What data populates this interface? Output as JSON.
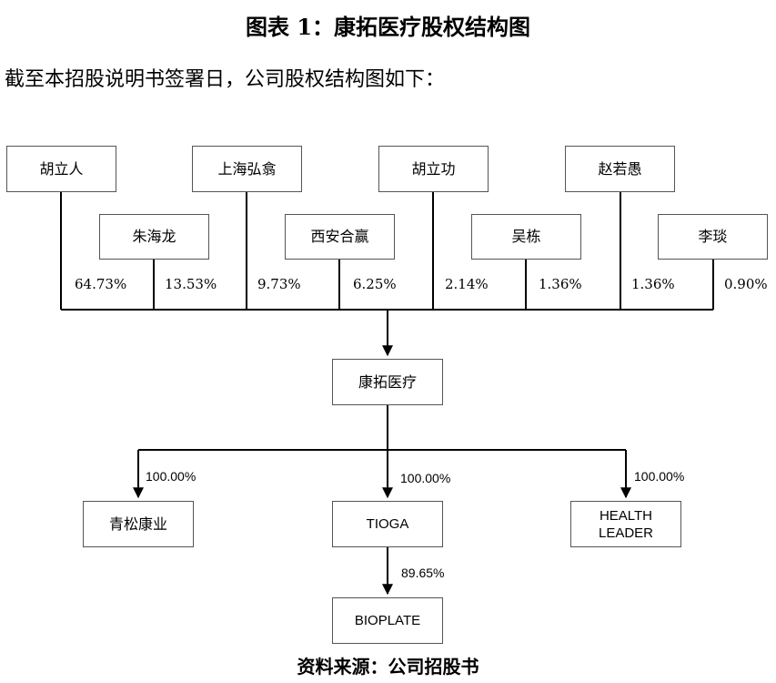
{
  "title": "图表 1：康拓医疗股权结构图",
  "intro": "截至本招股说明书签署日，公司股权结构图如下：",
  "shareholders": [
    {
      "name": "胡立人",
      "pct": "64.73%"
    },
    {
      "name": "朱海龙",
      "pct": "13.53%"
    },
    {
      "name": "上海弘翕",
      "pct": "9.73%"
    },
    {
      "name": "西安合赢",
      "pct": "6.25%"
    },
    {
      "name": "胡立功",
      "pct": "2.14%"
    },
    {
      "name": "吴栋",
      "pct": "1.36%"
    },
    {
      "name": "赵若愚",
      "pct": "1.36%"
    },
    {
      "name": "李琰",
      "pct": "0.90%"
    }
  ],
  "company": "康拓医疗",
  "subsidiaries": [
    {
      "name": "青松康业",
      "pct": "100.00%"
    },
    {
      "name": "TIOGA",
      "pct": "100.00%"
    },
    {
      "name": "HEALTH LEADER",
      "line1": "HEALTH",
      "line2": "LEADER",
      "pct": "100.00%"
    }
  ],
  "grandchild": {
    "name": "BIOPLATE",
    "pct": "89.65%"
  },
  "source": "资料来源：公司招股书"
}
